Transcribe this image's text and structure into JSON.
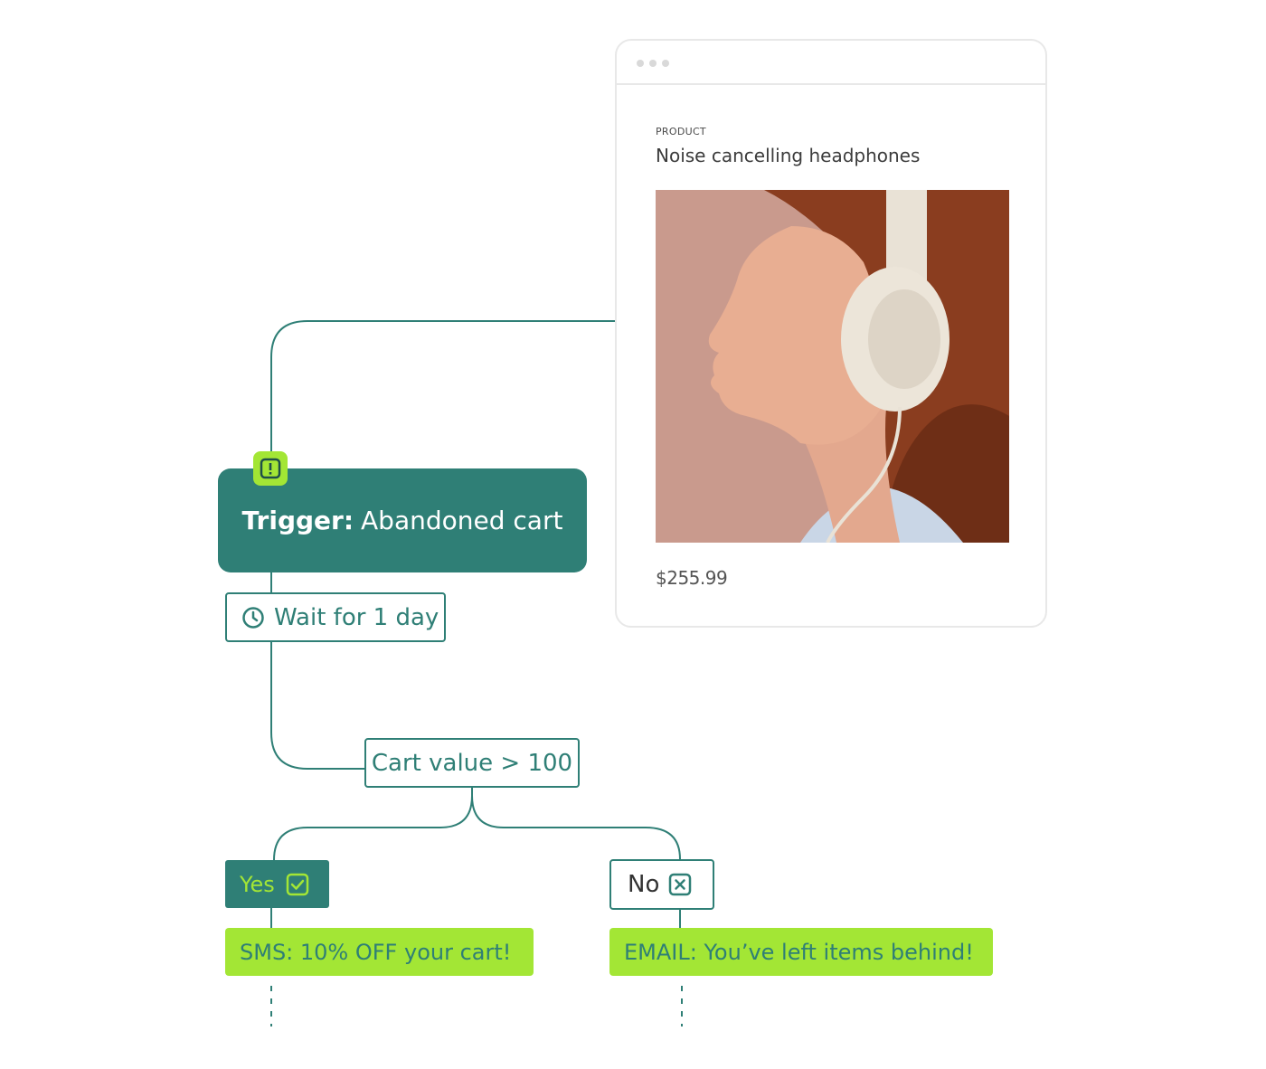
{
  "product_card": {
    "eyebrow": "PRODUCT",
    "title": "Noise cancelling headphones",
    "price": "$255.99",
    "image": "woman-with-headphones-photo"
  },
  "flow": {
    "trigger_label": "Trigger:",
    "trigger_value": "Abandoned cart",
    "wait": "Wait for 1 day",
    "condition": "Cart value > 100",
    "yes_label": "Yes",
    "no_label": "No",
    "yes_action": "SMS: 10% OFF your cart!",
    "no_action": "EMAIL: You’ve left items behind!"
  },
  "colors": {
    "teal": "#2f7f76",
    "lime": "#a3e635",
    "card_border": "#e8e8e8"
  }
}
